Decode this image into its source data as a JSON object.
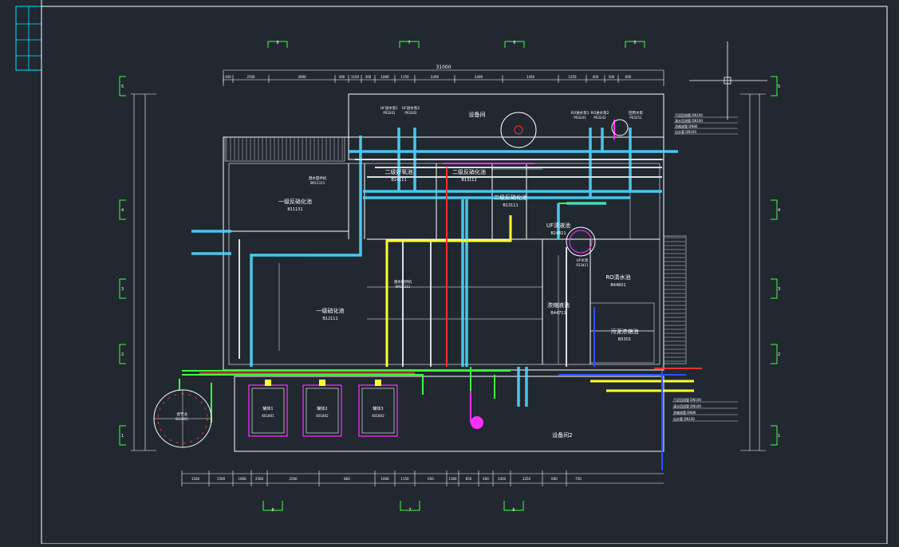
{
  "drawing": {
    "overall_dimension": "31000",
    "grid_top": [
      "8",
      "7",
      "6",
      "5"
    ],
    "grid_bottom": [
      "8",
      "7",
      "6"
    ],
    "grid_left": [
      "5",
      "4",
      "3",
      "2",
      "1"
    ],
    "grid_right": [
      "5",
      "4",
      "3",
      "2",
      "1"
    ],
    "top_dims": [
      "400",
      "2500",
      "3000",
      "400",
      "1150",
      "300",
      "1000",
      "1150",
      "2200",
      "2400",
      "1450",
      "1250",
      "400",
      "500",
      "600"
    ],
    "bottom_dims": [
      "1500",
      "1500",
      "1000",
      "2500",
      "2500",
      "800",
      "1000",
      "1150",
      "650",
      "1300",
      "650",
      "400",
      "1450",
      "1250",
      "600",
      "750"
    ],
    "rooms": [
      {
        "name": "设备间",
        "code": ""
      },
      {
        "name": "二级好氧池",
        "code": "B14111"
      },
      {
        "name": "二级反硝化池",
        "code": "B13112"
      },
      {
        "name": "一级反硝化池",
        "code": "B11131"
      },
      {
        "name": "二级反硝化池",
        "code": "B13111"
      },
      {
        "name": "一级硝化池",
        "code": "B12111"
      },
      {
        "name": "UF清液池",
        "code": "B24811"
      },
      {
        "name": "RO清水池",
        "code": "B44601"
      },
      {
        "name": "浓缩液池",
        "code": "B44711"
      },
      {
        "name": "污泥浓缩池",
        "code": "B5301"
      },
      {
        "name": "设备间2",
        "code": ""
      }
    ],
    "tanks": [
      {
        "name": "罐体1",
        "code": "K01801"
      },
      {
        "name": "罐体2",
        "code": "K01802"
      },
      {
        "name": "罐体3",
        "code": "K01803"
      }
    ],
    "equipment": [
      {
        "label": "潜水搅拌机",
        "code": "SM11111"
      },
      {
        "label": "潜水搅拌机",
        "code": "SM12111"
      },
      {
        "label": "UF进水泵1",
        "code": "P03201"
      },
      {
        "label": "UF进水泵2",
        "code": "P03202"
      },
      {
        "label": "RO进水泵1",
        "code": "P03241"
      },
      {
        "label": "RO进水泵2",
        "code": "P03242"
      },
      {
        "label": "回用水泵",
        "code": "P03251"
      },
      {
        "label": "UF水泵",
        "code": "P23411"
      },
      {
        "label": "调节池",
        "code": "B13401"
      }
    ],
    "legend_lines": [
      "污泥回流管 DN100",
      "清水回流管 DN100",
      "浓缩液管 DN80",
      "出水管 DN100"
    ]
  }
}
